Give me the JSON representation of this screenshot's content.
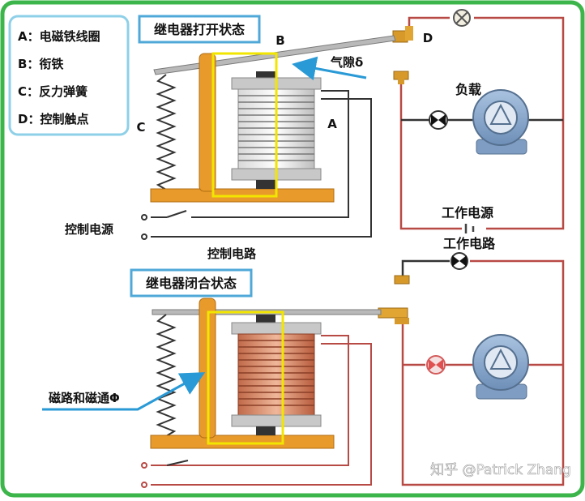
{
  "legend": {
    "items": [
      "A：电磁铁线圈",
      "B：衔铁",
      "C：反力弹簧",
      "D：控制触点"
    ]
  },
  "top": {
    "title": "继电器打开状态",
    "label_B": "B",
    "label_C": "C",
    "label_D": "D",
    "label_A": "A",
    "air_gap": "气隙δ",
    "load": "负载",
    "control_power": "控制电源",
    "control_circuit": "控制电路",
    "work_power": "工作电源",
    "work_circuit": "工作电路"
  },
  "bottom": {
    "title": "继电器闭合状态",
    "magnetic": "磁路和磁通Φ"
  },
  "watermark": "知乎 @Patrick Zhang",
  "colors": {
    "border_green": "#3cb54a",
    "title_box": "#4fa8d8",
    "legend_box": "#8ed0e8",
    "yellow": "#f2e600",
    "orange": "#e89a2a",
    "wire_red": "#b84a45",
    "arrow_blue": "#2a9ad6"
  }
}
